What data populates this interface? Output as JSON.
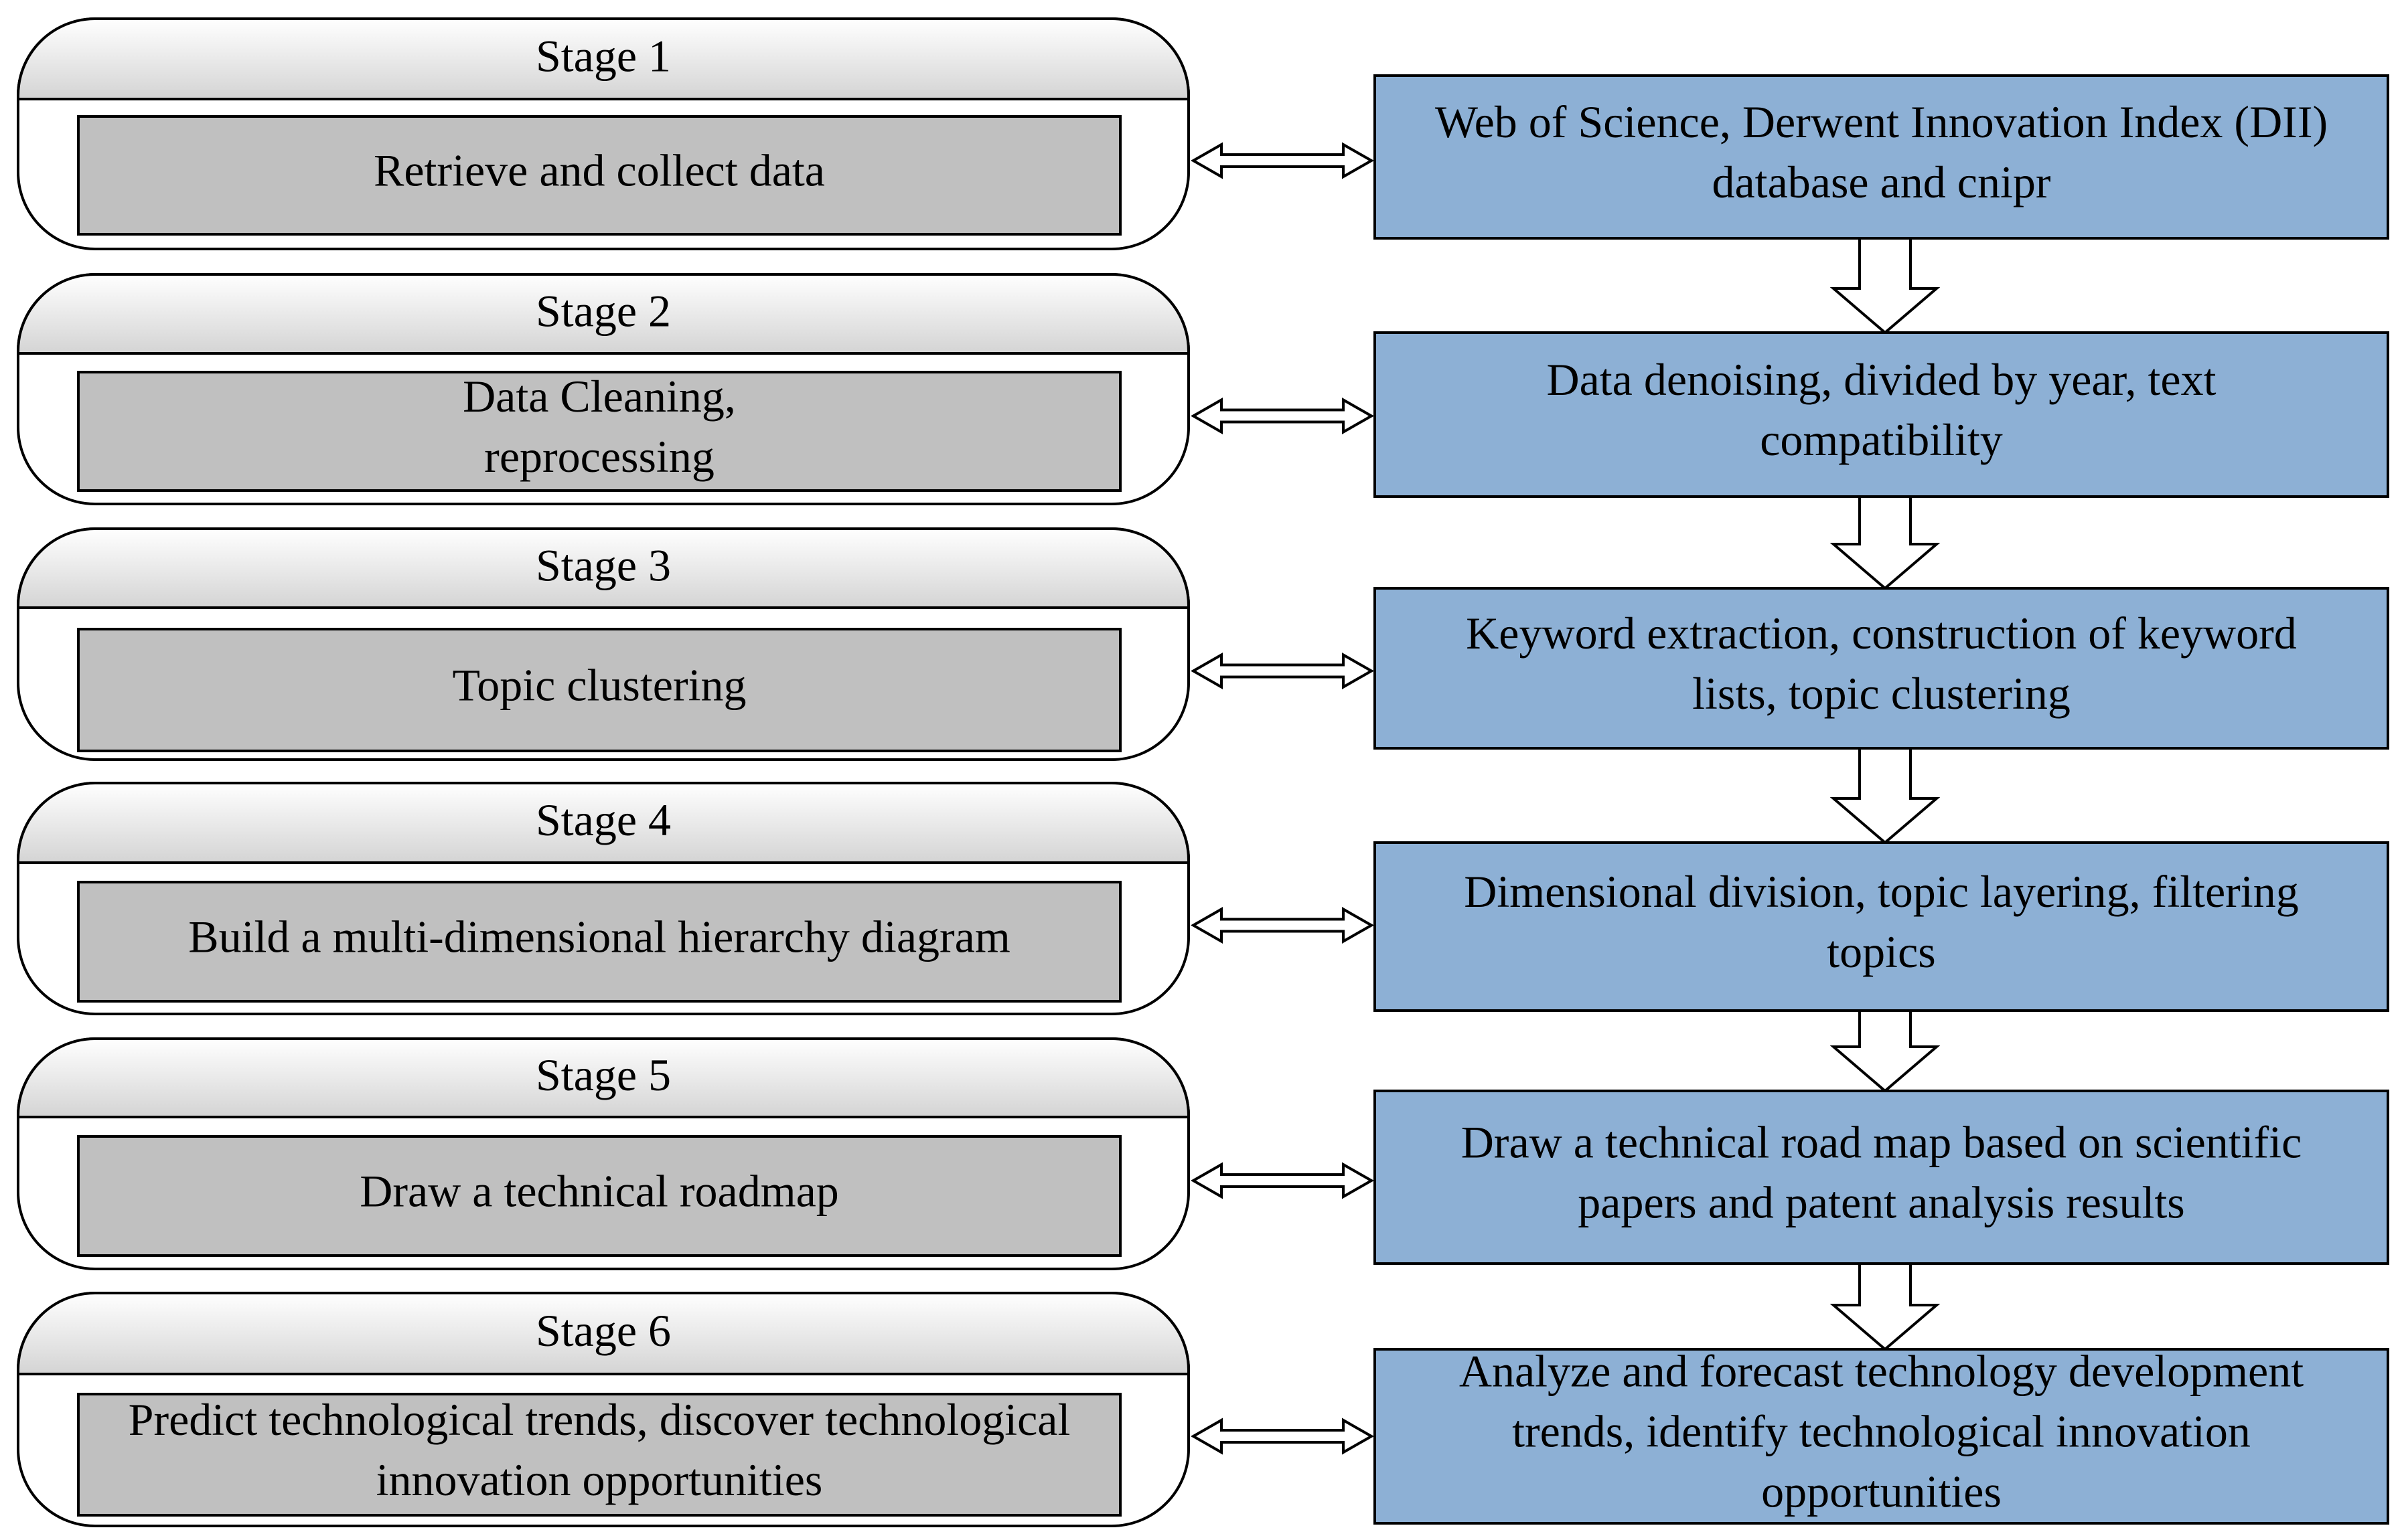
{
  "stages": [
    {
      "title": "Stage 1",
      "task": [
        "Retrieve and collect data"
      ],
      "detail": [
        "Web of Science,  Derwent Innovation Index (DII)",
        "database and cnipr"
      ]
    },
    {
      "title": "Stage 2",
      "task": [
        "Data Cleaning,",
        "reprocessing"
      ],
      "detail": [
        "Data denoising, divided by year, text",
        "compatibility"
      ]
    },
    {
      "title": "Stage 3",
      "task": [
        "Topic clustering"
      ],
      "detail": [
        "Keyword extraction, construction of keyword",
        "lists, topic clustering"
      ]
    },
    {
      "title": "Stage 4",
      "task": [
        "Build a multi-dimensional hierarchy diagram"
      ],
      "detail": [
        "Dimensional division, topic layering, filtering",
        "topics"
      ]
    },
    {
      "title": "Stage 5",
      "task": [
        "Draw a technical roadmap"
      ],
      "detail": [
        "Draw a technical road map based on scientific",
        "papers and patent analysis results"
      ]
    },
    {
      "title": "Stage 6",
      "task": [
        "Predict technological trends, discover technological",
        "innovation opportunities"
      ],
      "detail": [
        "Analyze and forecast technology development",
        "trends, identify technological innovation",
        "opportunities"
      ]
    }
  ],
  "colors": {
    "stage_header_top": "#ffffff",
    "stage_header_bottom": "#d4d4d4",
    "task_fill": "#c0c0c0",
    "detail_fill": "#8db0d5",
    "stroke": "#000000"
  }
}
